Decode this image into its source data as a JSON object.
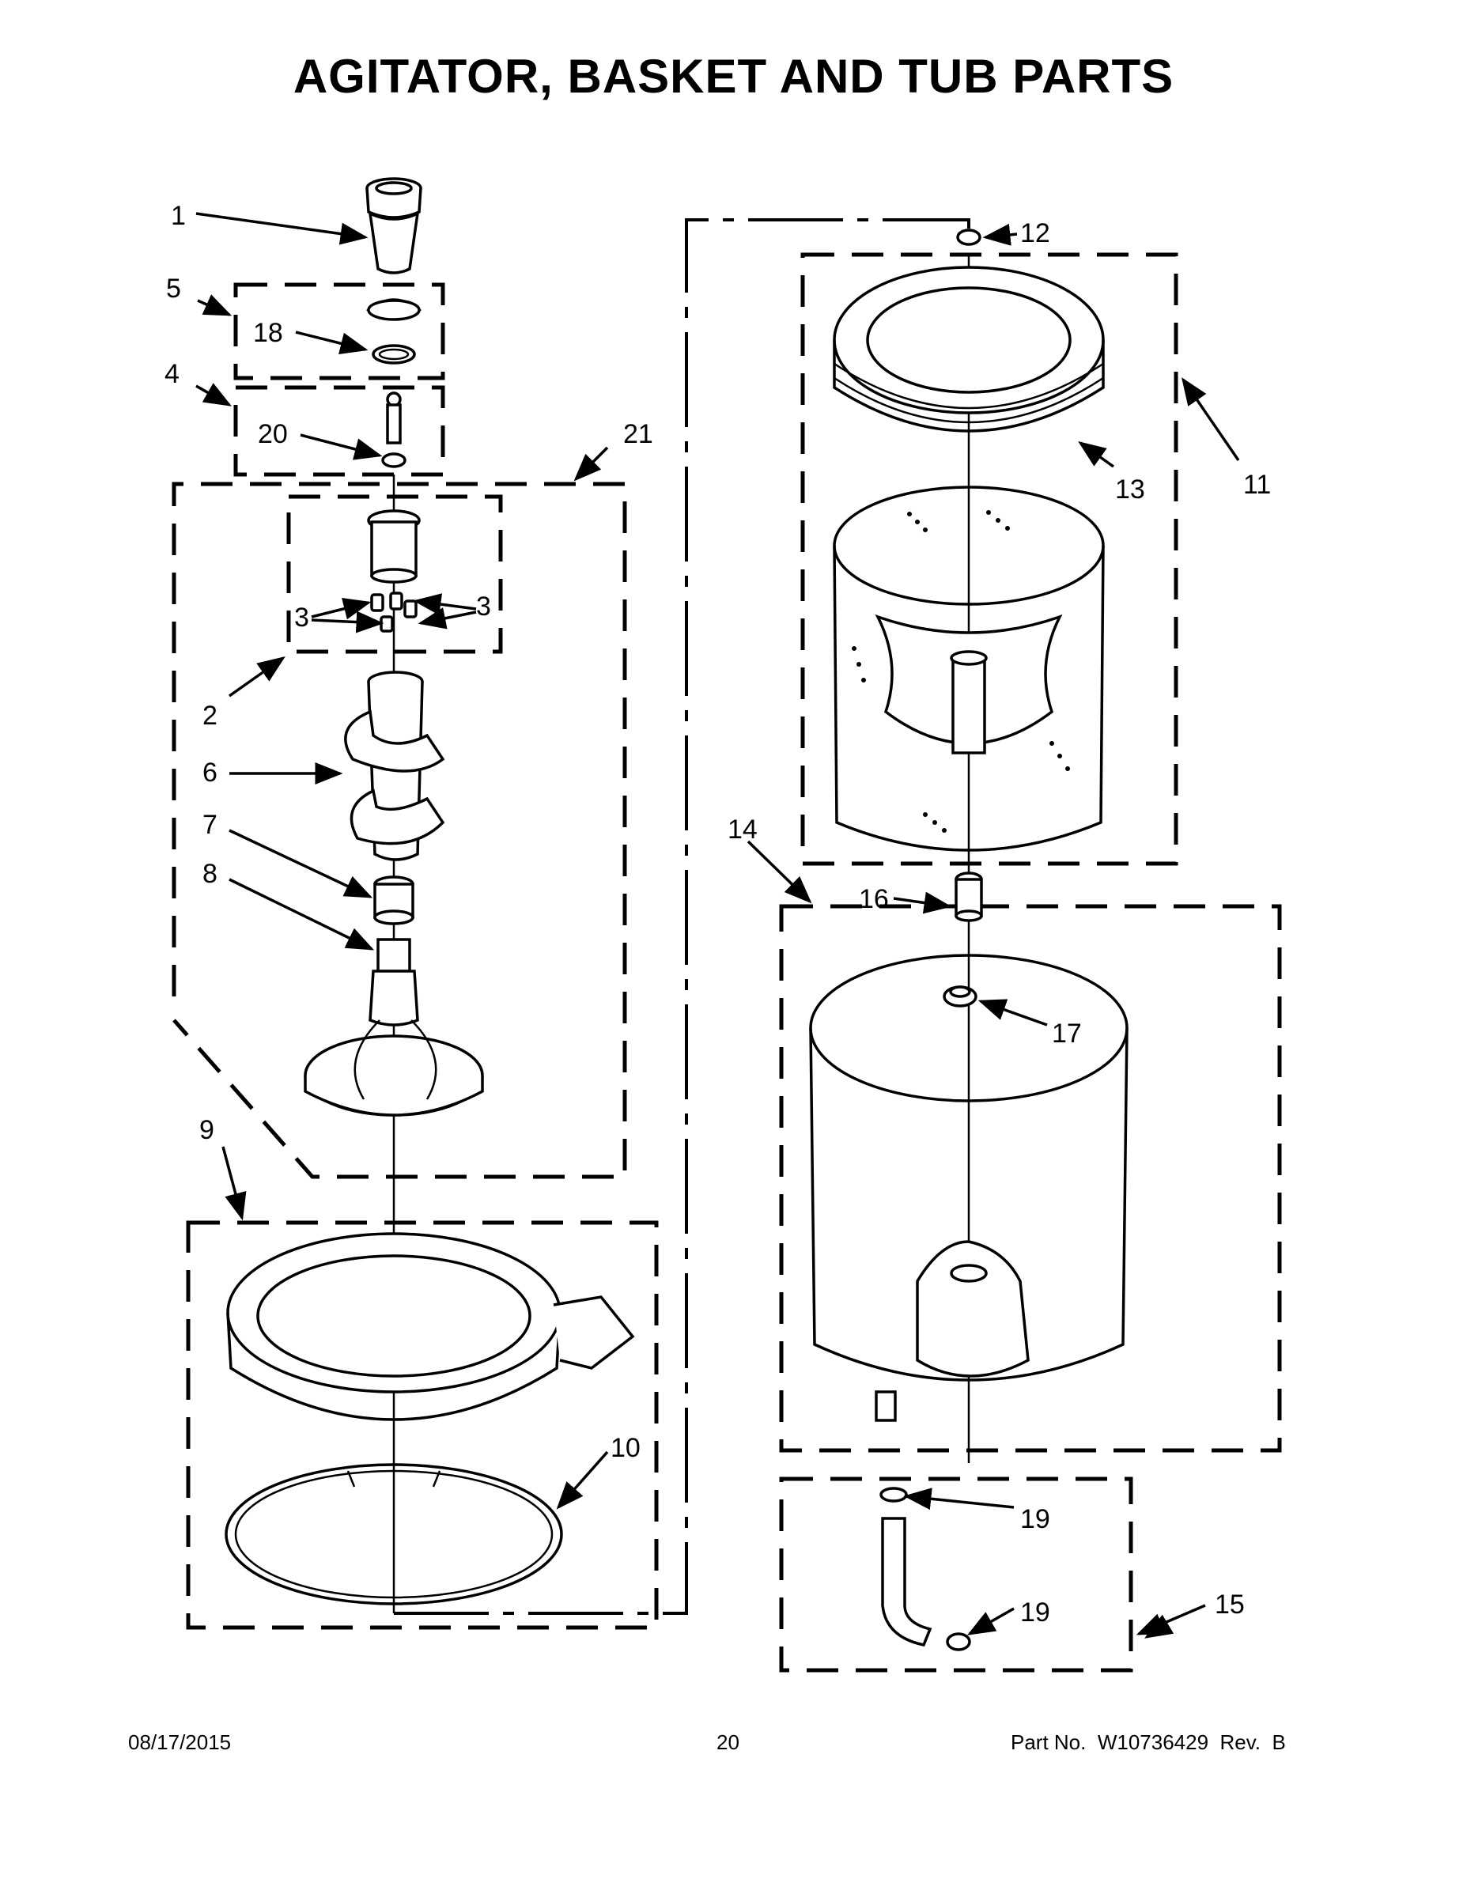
{
  "title": "AGITATOR, BASKET AND TUB PARTS",
  "callouts": [
    "1",
    "2",
    "3",
    "3",
    "4",
    "5",
    "6",
    "7",
    "8",
    "9",
    "10",
    "11",
    "12",
    "13",
    "14",
    "15",
    "16",
    "17",
    "18",
    "19",
    "19",
    "20",
    "21"
  ],
  "footer": {
    "date": "08/17/2015",
    "page_number": "20",
    "part_number": "Part No.  W10736429  Rev.  B"
  }
}
